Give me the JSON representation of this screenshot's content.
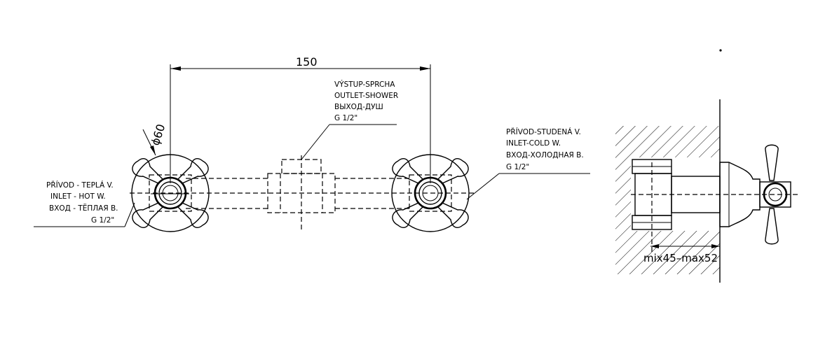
{
  "dimensions": {
    "spacing": "150",
    "diameter": "ϕ60",
    "depth": "mix45–max52"
  },
  "labels": {
    "outlet": [
      "VÝSTUP-SPRCHA",
      "OUTLET-SHOWER",
      "ВЫХОД-ДУШ",
      "G 1/2\""
    ],
    "hot": [
      "PŘÍVOD - TEPLÁ V.",
      "INLET - HOT W.",
      "ВХОД - ТЁПЛАЯ В.",
      "G 1/2\""
    ],
    "cold": [
      "PŘÍVOD-STUDENÁ V.",
      "INLET-COLD W.",
      "ВХОД-ХОЛОДНАЯ В.",
      "G 1/2\""
    ]
  }
}
